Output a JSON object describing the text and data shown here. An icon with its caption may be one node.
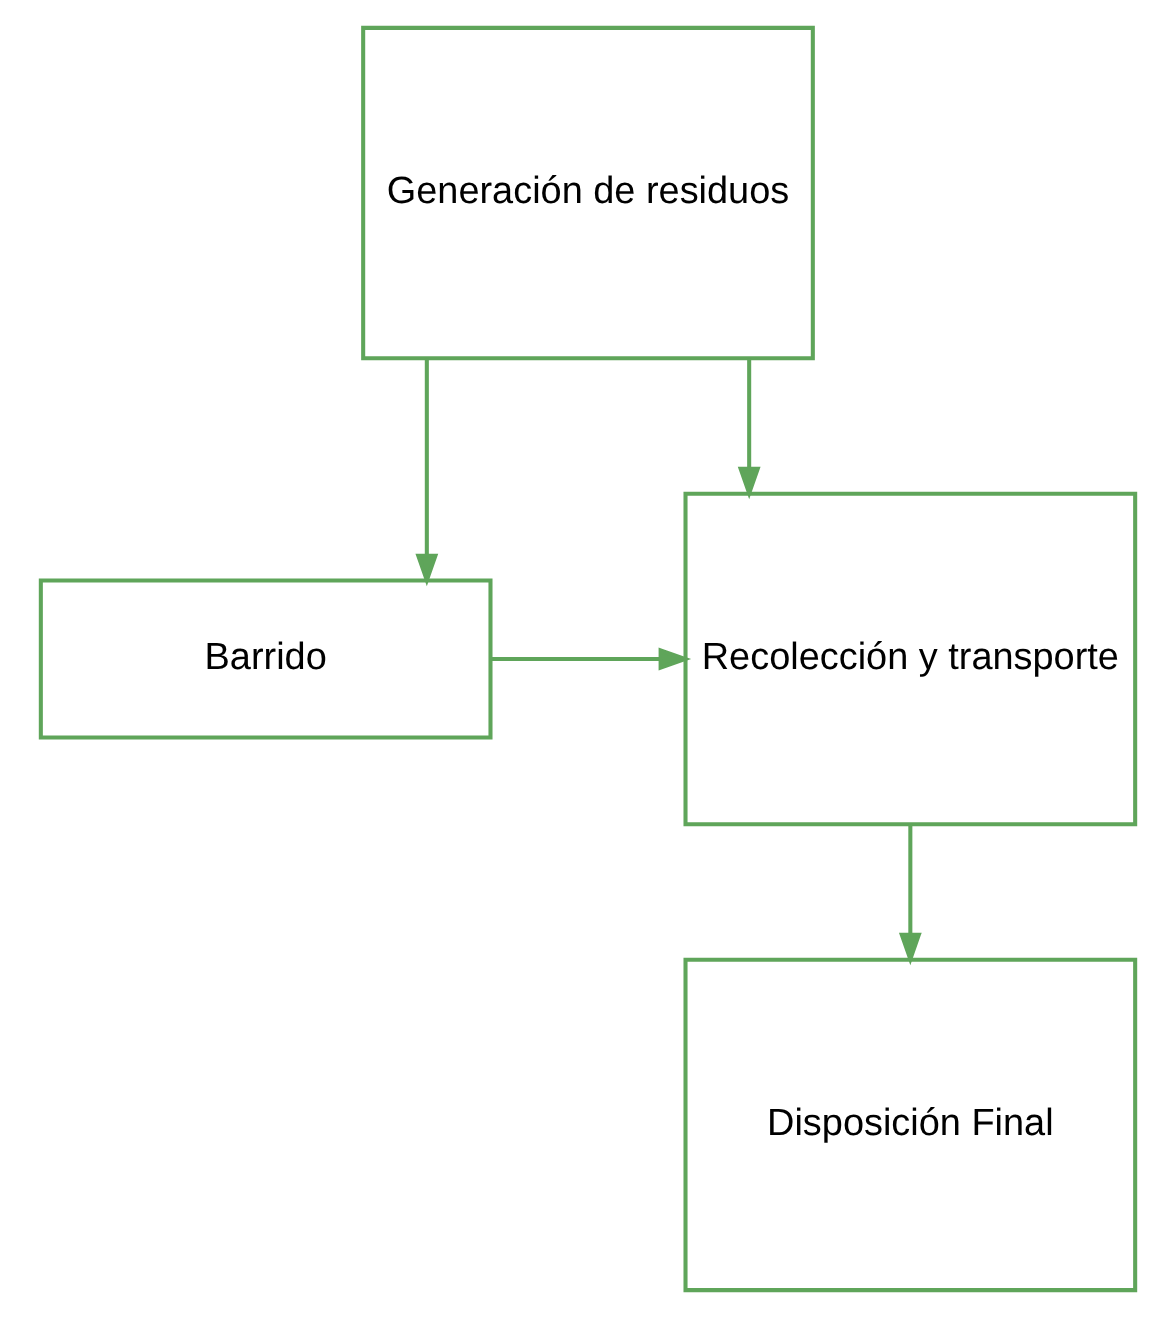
{
  "diagram": {
    "nodes": [
      {
        "text": [
          "Generación de residuos"
        ]
      },
      {
        "text": [
          "Recolección y transporte"
        ]
      },
      {
        "text": [
          "Barrido"
        ]
      },
      {
        "text": [
          "Disposición Final"
        ]
      }
    ],
    "edges": [
      {
        "from": 0,
        "to": 1,
        "arrow": "to"
      },
      {
        "from": 0,
        "to": 2,
        "arrow": "to"
      },
      {
        "from": 2,
        "to": 1,
        "arrow": "to"
      },
      {
        "from": 1,
        "to": 3,
        "arrow": "to"
      }
    ]
  }
}
